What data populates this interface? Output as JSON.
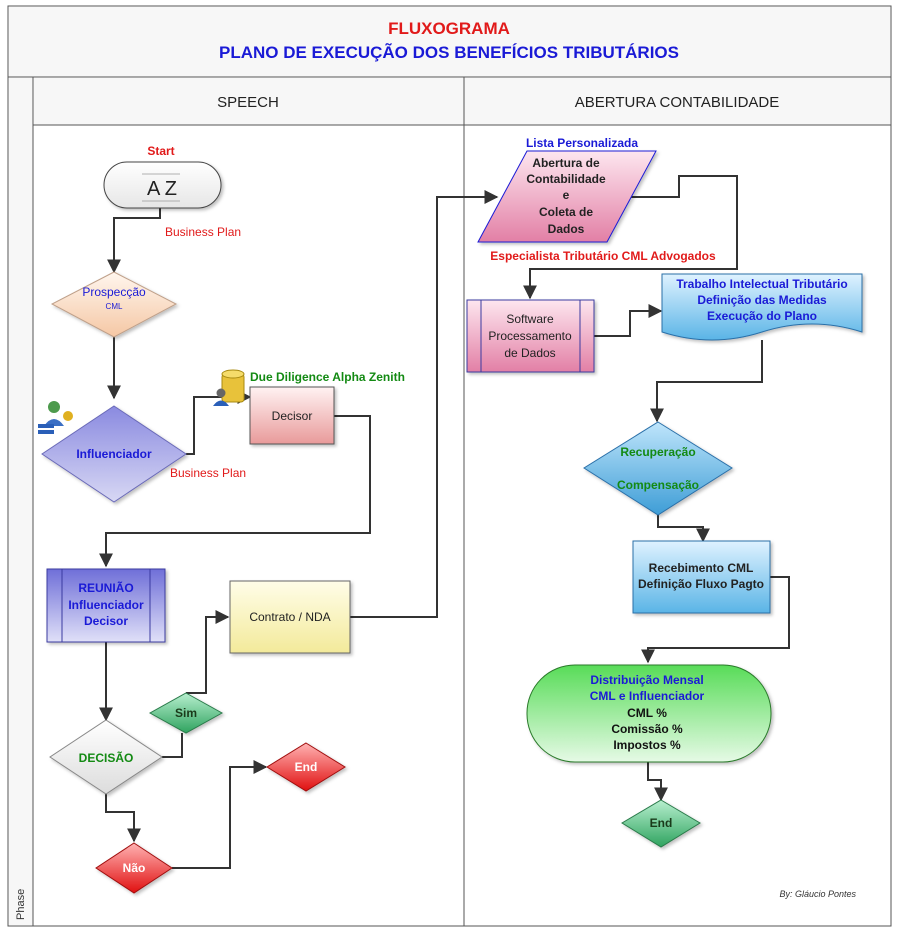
{
  "title": {
    "line1": "FLUXOGRAMA",
    "line2": "PLANO DE EXECUÇÃO DOS BENEFÍCIOS TRIBUTÁRIOS"
  },
  "phase_label": "Phase",
  "lanes": {
    "left": "SPEECH",
    "right": "ABERTURA CONTABILIDADE"
  },
  "left": {
    "start_label": "Start",
    "logo_text": "A Z",
    "business_plan_1": "Business Plan",
    "prospeccao": "Prospecção",
    "prospeccao_sub": "CML",
    "influenciador": "Influenciador",
    "business_plan_2": "Business Plan",
    "due_diligence": "Due Diligence Alpha Zenith",
    "decisor": "Decisor",
    "reuniao": [
      "REUNIÃO",
      "Influenciador",
      "Decisor"
    ],
    "contrato": "Contrato / NDA",
    "sim": "Sim",
    "decisao": "DECISÃO",
    "end": "End",
    "nao": "Não"
  },
  "right": {
    "lista": "Lista Personalizada",
    "abertura": [
      "Abertura de",
      "Contabilidade",
      "e",
      "Coleta de",
      "Dados"
    ],
    "especialista": "Especialista Tributário CML Advogados",
    "software": [
      "Software",
      "Processamento",
      "de Dados"
    ],
    "trabalho": [
      "Trabalho Intelectual Tributário",
      "Definição das Medidas",
      "Execução do Plano"
    ],
    "recuperacao": "Recuperação",
    "compensacao": "Compensação",
    "recebimento": [
      "Recebimento CML",
      "Definição Fluxo Pagto"
    ],
    "distribuicao": [
      "Distribuição Mensal",
      "CML e Influenciador",
      "CML %",
      "Comissão %",
      "Impostos %"
    ],
    "end": "End",
    "author": "By: Gláucio Pontes"
  },
  "colors": {
    "title_red": "#e11a1a",
    "title_blue": "#1a1ad6",
    "green_text": "#138a13",
    "blue_text": "#1a1ad6",
    "red_text": "#e11a1a"
  }
}
